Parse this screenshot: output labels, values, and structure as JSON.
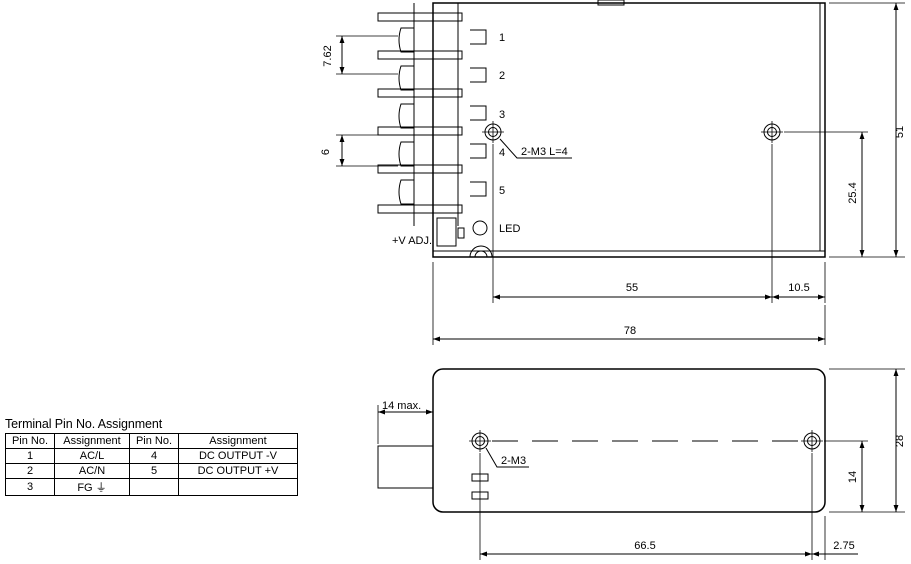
{
  "top_view": {
    "terminal_numbers": [
      "1",
      "2",
      "3",
      "4",
      "5"
    ],
    "pitch_dim": "7.62",
    "height_dim": "6",
    "mount_label": "2-M3 L=4",
    "led_label": "LED",
    "adj_label": "+V ADJ.",
    "dim_height": "51",
    "dim_hole_height": "25.4",
    "dim_hole_spacing": "55",
    "dim_edge_offset": "10.5",
    "dim_length": "78"
  },
  "side_view": {
    "terminal_protrusion": "14 max.",
    "mount_label": "2-M3",
    "dim_height": "28",
    "dim_hole_height": "14",
    "dim_hole_spacing": "66.5",
    "dim_edge_offset": "2.75"
  },
  "pin_table": {
    "title": "Terminal Pin No. Assignment",
    "headers": [
      "Pin No.",
      "Assignment",
      "Pin No.",
      "Assignment"
    ],
    "rows": [
      [
        "1",
        "AC/L",
        "4",
        "DC OUTPUT -V"
      ],
      [
        "2",
        "AC/N",
        "5",
        "DC OUTPUT +V"
      ],
      [
        "3",
        "FG ⏚",
        "",
        ""
      ]
    ]
  }
}
